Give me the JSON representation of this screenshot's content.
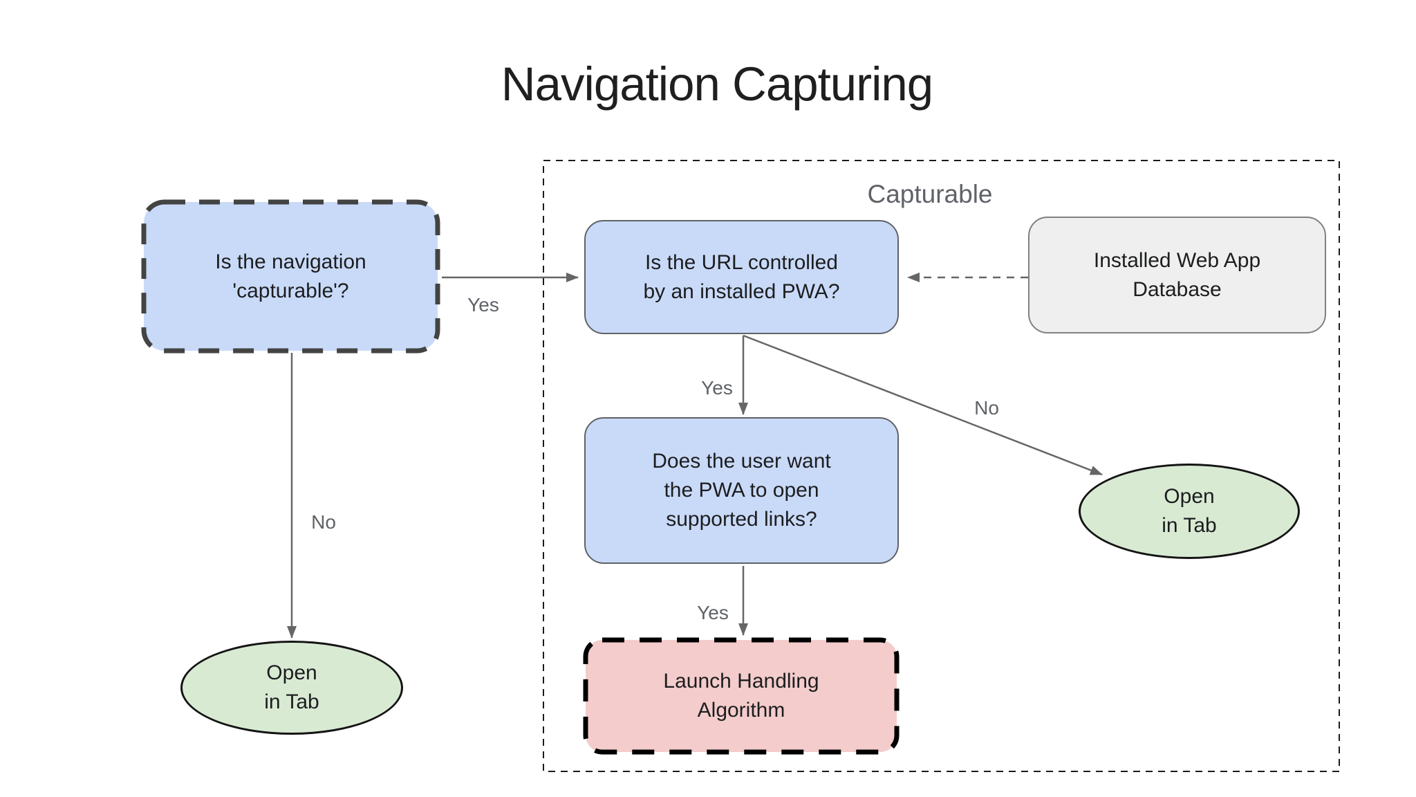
{
  "title": "Navigation Capturing",
  "group": {
    "label": "Capturable"
  },
  "nodes": {
    "start": {
      "text": "Is the navigation\n'capturable'?"
    },
    "url_check": {
      "text": "Is the URL controlled\nby an installed PWA?"
    },
    "database": {
      "text": "Installed Web App\nDatabase"
    },
    "user_pref": {
      "text": "Does the user want\nthe PWA to open\nsupported links?"
    },
    "launch_handling": {
      "text": "Launch Handling\nAlgorithm"
    },
    "open_tab_left": {
      "text": "Open\nin Tab"
    },
    "open_tab_right": {
      "text": "Open\nin Tab"
    }
  },
  "edges": {
    "start_yes": {
      "label": "Yes"
    },
    "start_no": {
      "label": "No"
    },
    "url_yes": {
      "label": "Yes"
    },
    "url_no": {
      "label": "No"
    },
    "pref_yes": {
      "label": "Yes"
    }
  },
  "colors": {
    "decision_fill": "#c9daf8",
    "process_fill": "#f4cccc",
    "terminal_fill": "#d9ead3",
    "database_fill": "#efefef",
    "connector": "#666666",
    "dashed_border_dark": "#434343",
    "label_text": "#5f6368"
  }
}
